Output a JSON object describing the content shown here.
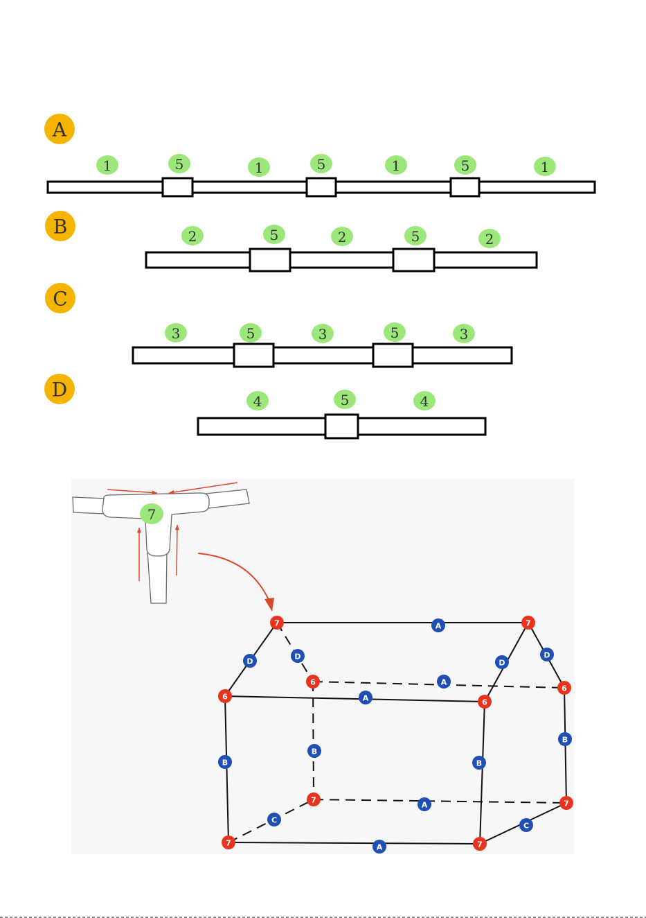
{
  "colors": {
    "section_badge": "#f5b400",
    "part_badge": "#9be77a",
    "node_red": "#e8331f",
    "node_blue": "#1f4fb5",
    "arrow_red": "#d9482a",
    "tube_stroke": "#000000"
  },
  "sections": [
    {
      "letter": "A",
      "parts": [
        "1",
        "5",
        "1",
        "5",
        "1",
        "5",
        "1"
      ]
    },
    {
      "letter": "B",
      "parts": [
        "2",
        "5",
        "2",
        "5",
        "2"
      ]
    },
    {
      "letter": "C",
      "parts": [
        "3",
        "5",
        "3",
        "5",
        "3"
      ]
    },
    {
      "letter": "D",
      "parts": [
        "4",
        "5",
        "4"
      ]
    }
  ],
  "connector_label": "7",
  "house": {
    "corner_nodes": [
      "7",
      "7",
      "6",
      "6",
      "6",
      "6",
      "7",
      "7",
      "7",
      "7"
    ],
    "edge_labels": [
      "A",
      "A",
      "A",
      "A",
      "A",
      "B",
      "B",
      "B",
      "B",
      "C",
      "C",
      "D",
      "D",
      "D",
      "D"
    ]
  }
}
